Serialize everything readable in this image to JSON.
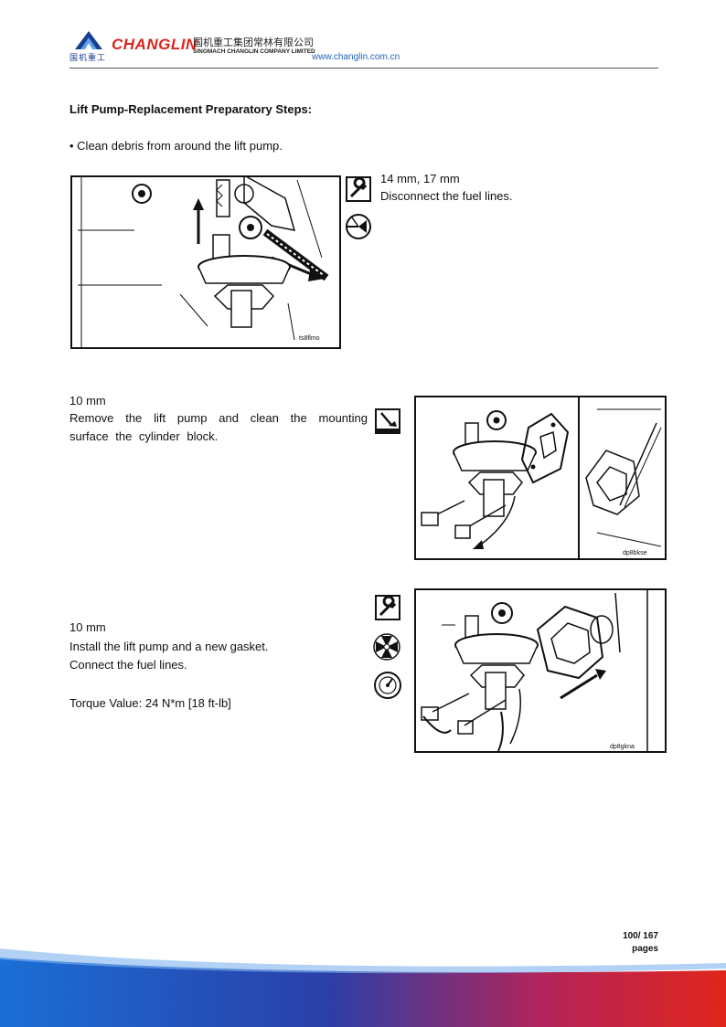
{
  "header": {
    "brand": "CHANGLIN",
    "logo_text_cn": "国机重工",
    "company_cn": "国机重工集团常林有限公司",
    "company_en": "SINOMACH CHANGLIN COMPANY LIMITED",
    "website": "www.changlin.com.cn"
  },
  "section_title": "Lift Pump-Replacement Preparatory Steps:",
  "bullet": "Clean debris from around the lift pump.",
  "step1": {
    "tool_size": "14 mm, 17 mm",
    "instruction": "Disconnect the fuel lines.",
    "figure_code": "ts8flmo",
    "icons": [
      "wrench-icon",
      "fuel-valve-icon"
    ]
  },
  "step2": {
    "tool_size": "10 mm",
    "instruction": "Remove the lift pump and clean the mounting surface the cylinder block.",
    "figure_code": "dp8bkse",
    "icons": [
      "scraper-icon"
    ]
  },
  "step3": {
    "tool_size": "10 mm",
    "instruction_line1": "Install the lift pump and a new gasket.",
    "instruction_line2": "Connect the fuel lines.",
    "torque": "Torque Value: 24 N*m [18 ft-lb]",
    "figure_code": "dp8gkna",
    "icons": [
      "wrench-icon",
      "install-icon",
      "torque-wrench-icon"
    ]
  },
  "page": {
    "current": "100/ 167",
    "label": "pages"
  },
  "colors": {
    "brand_red": "#d9261c",
    "brand_blue": "#1a3d8f",
    "link_blue": "#1f5fbf"
  }
}
